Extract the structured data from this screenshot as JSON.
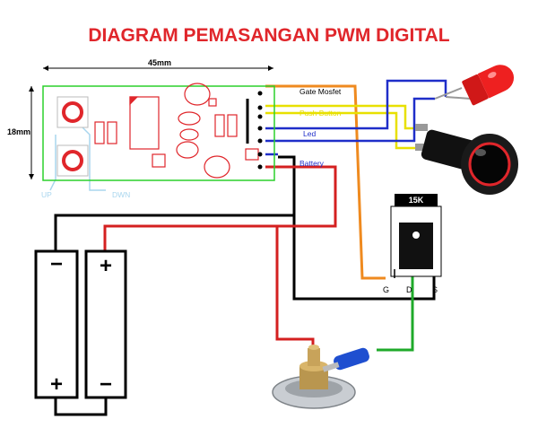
{
  "title": "DIAGRAM PEMASANGAN PWM DIGITAL",
  "board": {
    "width_label": "45mm",
    "height_label": "18mm"
  },
  "board_labels": {
    "up": "UP",
    "down": "DWN"
  },
  "connections": {
    "gate_mosfet": "Gate Mosfet",
    "push_button": "Push Button",
    "led": "Led",
    "battery": "Battery"
  },
  "resistor": {
    "value": "15K"
  },
  "mosfet_pins": {
    "g": "G",
    "d": "D",
    "s": "S"
  },
  "battery_cells": {
    "left_top": "−",
    "left_bottom": "+",
    "right_top": "+",
    "right_bottom": "−"
  },
  "colors": {
    "title": "#e0262b",
    "board_outline": "#2bd12b",
    "pads": "#e0262b",
    "wire_gate": "#ef8a1f",
    "wire_button": "#e8e000",
    "wire_led": "#1f2ec9",
    "wire_battery_pos": "#d42020",
    "wire_ground": "#000000",
    "wire_drain": "#1faa2a",
    "wire_up": "#a9d6ee"
  }
}
